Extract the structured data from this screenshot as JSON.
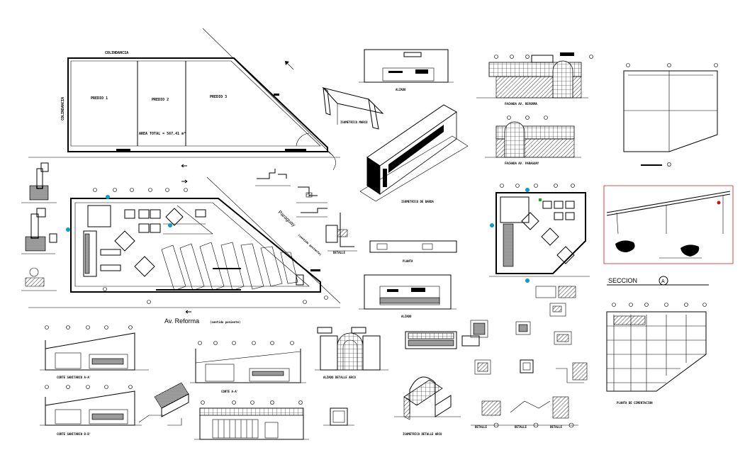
{
  "labels": {
    "colindancia_top": "COLINDANCIA",
    "colindancia_side": "COLINDANCIA",
    "predio1": "PREDIO 1",
    "predio2": "PREDIO 2",
    "predio3": "PREDIO 3",
    "area_total": "AREA TOTAL = 567.41 m²",
    "alzado_top": "ALZADO",
    "isometrico_marco": "ISOMETRICO MARCO",
    "isometrico_barda": "ISOMETRICO DE BARDA",
    "fachada_reforma": "FACHADA AV. REFORMA",
    "fachada_paraguay": "FACHADA AV. PARAGUAY",
    "paraguay_street": "Paraguay",
    "paraguay_sub": "(sentido poniente)",
    "reforma_street": "Av. Reforma",
    "reforma_sub": "(sentido poniente)",
    "planta": "PLANTA",
    "alzado_mid": "ALZADO",
    "seccion": "SECCION",
    "seccion_mark": "A",
    "corte_1": "CORTE SANITARIO A-A'",
    "corte_2": "CORTE SANITARIO B-B'",
    "corte_3": "CORTE A-A'",
    "arco_detalle": "ALZADO DETALLE ARCO",
    "isometrico_arco": "ISOMETRICO DETALLE ARCO",
    "detalle": "DETALLE",
    "planta_cimentacion": "PLANTA DE CIMENTACION"
  },
  "colors": {
    "ink": "#000000",
    "dimension_red": "#d01010",
    "marker_cyan": "#00a0d0",
    "marker_green": "#20a020"
  },
  "icons": {
    "north_arrow": "north-arrow-icon",
    "flow_arrow": "arrow-left-icon"
  }
}
